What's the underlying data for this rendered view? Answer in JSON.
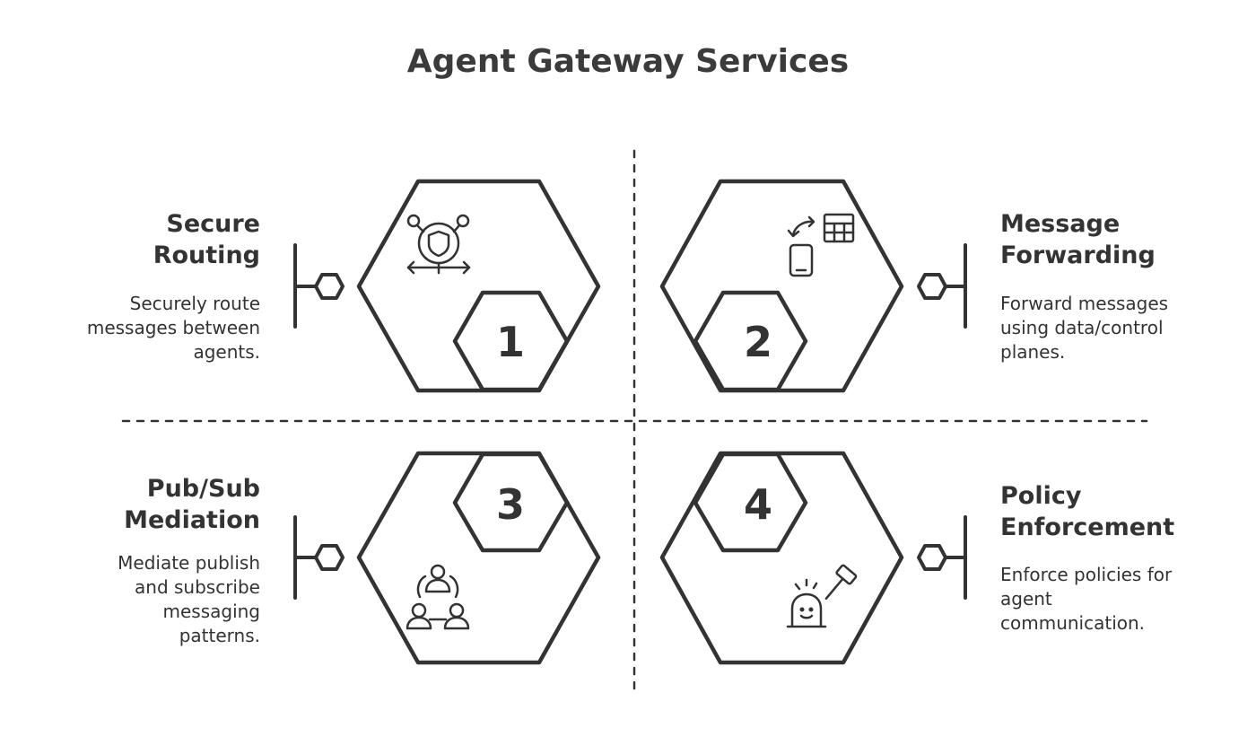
{
  "title": "Agent Gateway Services",
  "services": [
    {
      "number": "1",
      "heading_lines": [
        "Secure",
        "Routing"
      ],
      "description_lines": [
        "Securely route",
        "messages between",
        "agents."
      ],
      "icon": "shield-routing-icon"
    },
    {
      "number": "2",
      "heading_lines": [
        "Message",
        "Forwarding"
      ],
      "description_lines": [
        "Forward messages",
        "using data/control",
        "planes."
      ],
      "icon": "message-forwarding-icon"
    },
    {
      "number": "3",
      "heading_lines": [
        "Pub/Sub",
        "Mediation"
      ],
      "description_lines": [
        "Mediate publish",
        "and subscribe",
        "messaging",
        "patterns."
      ],
      "icon": "pubsub-users-icon"
    },
    {
      "number": "4",
      "heading_lines": [
        "Policy",
        "Enforcement"
      ],
      "description_lines": [
        "Enforce policies for",
        "agent",
        "communication."
      ],
      "icon": "gavel-policy-icon"
    }
  ],
  "colors": {
    "stroke": "#333333",
    "background": "#ffffff"
  }
}
